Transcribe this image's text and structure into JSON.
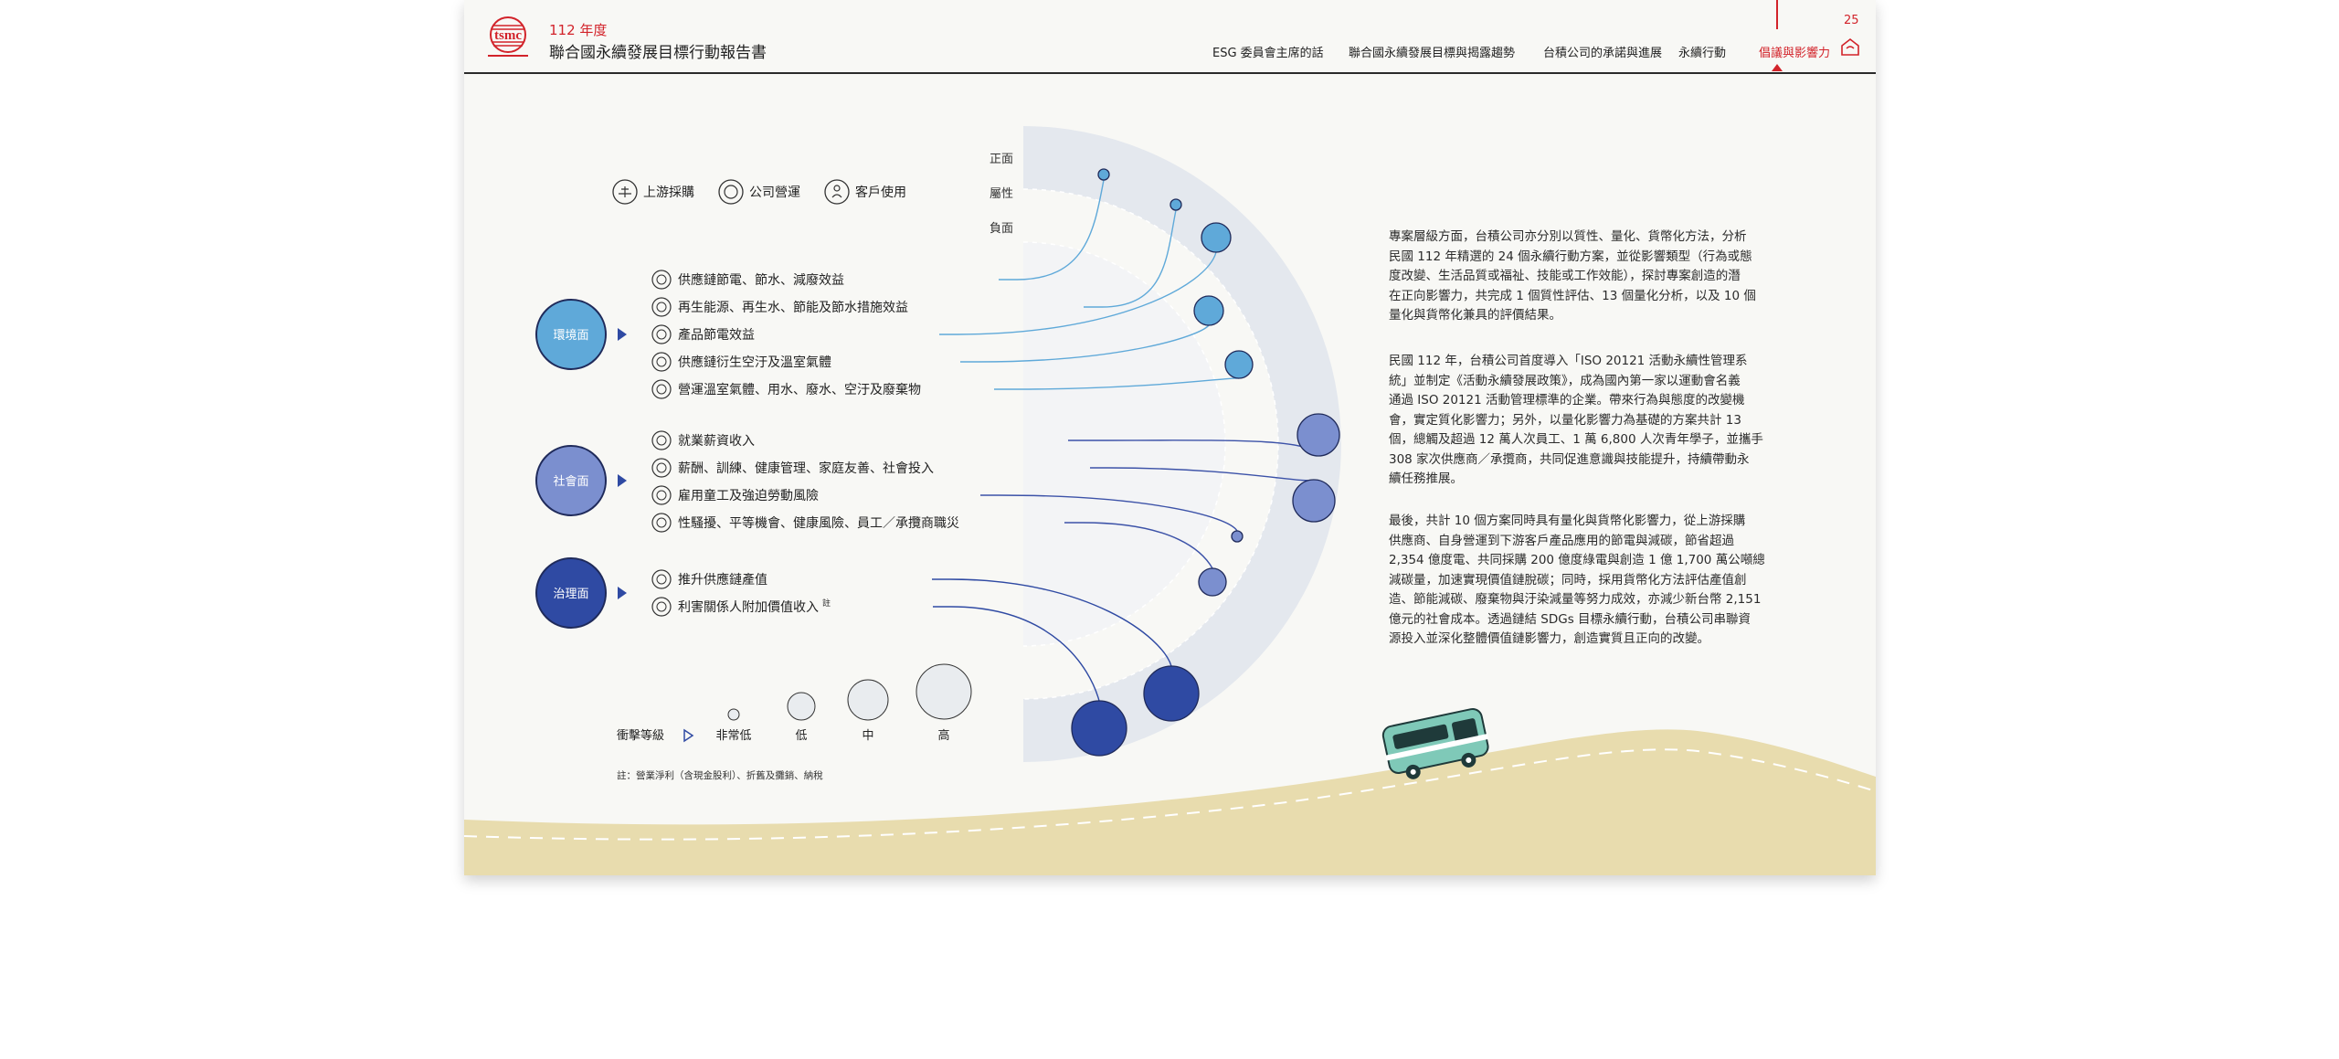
{
  "header": {
    "year": "112 年度",
    "title": "聯合國永續發展目標行動報告書",
    "nav": [
      "ESG 委員會主席的話",
      "聯合國永續發展目標與揭露趨勢",
      "台積公司的承諾與進展",
      "永續行動",
      "倡議與影響力"
    ],
    "active_nav_index": 4,
    "page_number": "25",
    "logo_text": "tsmc"
  },
  "legend_stage": {
    "upstream": "上游採購",
    "operations": "公司營運",
    "customer": "客戶使用"
  },
  "axis_labels": {
    "positive": "正面",
    "nature": "屬性",
    "negative": "負面"
  },
  "categories": [
    {
      "name": "環境面",
      "color": "#5fa9d9",
      "items": [
        "供應鏈節電、節水、減廢效益",
        "再生能源、再生水、節能及節水措施效益",
        "產品節電效益",
        "供應鏈衍生空汙及溫室氣體",
        "營運溫室氣體、用水、廢水、空汙及廢棄物"
      ]
    },
    {
      "name": "社會面",
      "color": "#7b8fcf",
      "items": [
        "就業薪資收入",
        "薪酬、訓練、健康管理、家庭友善、社會投入",
        "雇用童工及強迫勞動風險",
        "性騷擾、平等機會、健康風險、員工／承攬商職災"
      ]
    },
    {
      "name": "治理面",
      "color": "#2f4aa3",
      "items": [
        "推升供應鏈產值",
        "利害關係人附加價值收入"
      ]
    }
  ],
  "footnote_mark": "註",
  "impact_legend": {
    "label": "衝擊等級",
    "levels": [
      "非常低",
      "低",
      "中",
      "高"
    ]
  },
  "note": "註：營業淨利（含現金股利）、折舊及攤銷、納稅",
  "paragraphs": [
    [
      "專案層級方面，台積公司亦分別以質性、量化、貨幣化方法，分析",
      "民國 112 年精選的 24 個永續行動方案，並從影響類型（行為或態",
      "度改變、生活品質或福祉、技能或工作效能），探討專案創造的潛",
      "在正向影響力，共完成 1 個質性評估、13 個量化分析，以及 10 個",
      "量化與貨幣化兼具的評價結果。"
    ],
    [
      "民國 112 年，台積公司首度導入「ISO 20121 活動永續性管理系",
      "統」並制定《活動永續發展政策》，成為國內第一家以運動會名義",
      "通過 ISO 20121 活動管理標準的企業。帶來行為與態度的改變機",
      "會，實定質化影響力；另外，以量化影響力為基礎的方案共計 13",
      "個，總觸及超過 12 萬人次員工、1 萬 6,800 人次青年學子，並攜手",
      "308 家次供應商／承攬商，共同促進意識與技能提升，持續帶動永",
      "續任務推展。"
    ],
    [
      "最後，共計 10 個方案同時具有量化與貨幣化影響力，從上游採購",
      "供應商、自身營運到下游客戶產品應用的節電與減碳，節省超過",
      "2,354 億度電、共同採購 200 億度綠電與創造 1 億 1,700 萬公噸總",
      "減碳量，加速實現價值鏈脫碳；同時，採用貨幣化方法評估產值創",
      "造、節能減碳、廢棄物與汙染減量等努力成效，亦減少新台幣 2,151",
      "億元的社會成本。透過鏈結 SDGs 目標永續行動，台積公司串聯資",
      "源投入並深化整體價值鏈影響力，創造實質且正向的改變。"
    ]
  ],
  "colors": {
    "accent_red": "#d2232a",
    "env": "#5fa9d9",
    "soc": "#7b8fcf",
    "gov": "#2f4aa3",
    "road": "#e8dcae",
    "arc": "#e4e8ee"
  }
}
